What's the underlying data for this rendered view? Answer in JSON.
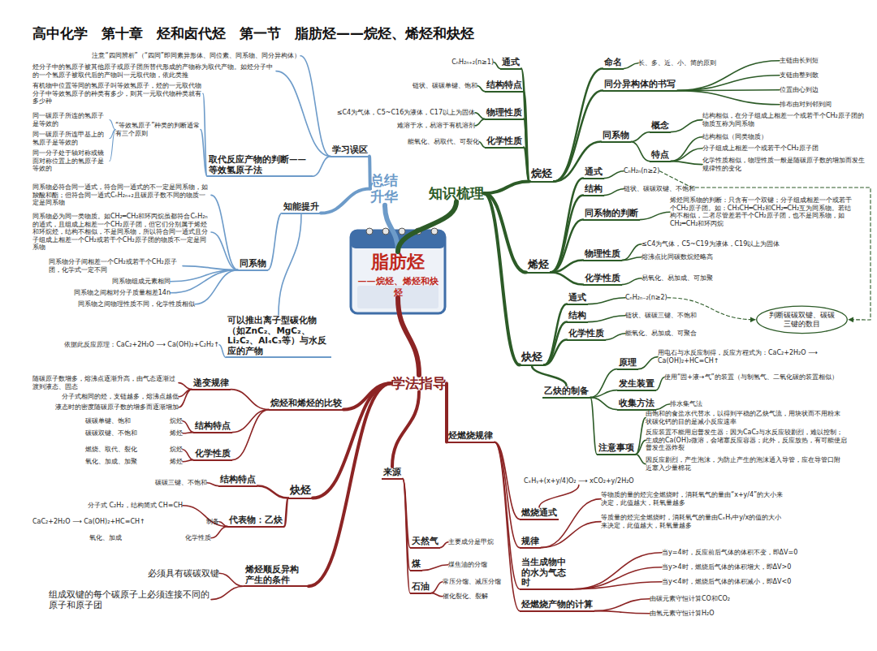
{
  "diagram": {
    "title": "高中化学　第十章　烃和卤代烃　第一节　脂肪烃——烷烃、烯烃和炔烃",
    "nodes": [
      {
        "text": [
          "脂肪烃",
          "——烷烃、烯烃和炔烃"
        ]
      },
      {
        "text": [
          "总结升华"
        ]
      },
      {
        "text": [
          "知识梳理"
        ]
      },
      {
        "text": [
          "学法指导"
        ]
      },
      {
        "text": [
          "烷烃"
        ]
      },
      {
        "text": [
          "通式"
        ]
      },
      {
        "text": [
          "CₙH₂ₙ₊₂(n≥1)"
        ]
      },
      {
        "text": [
          "结构特点"
        ]
      },
      {
        "text": [
          "链状、碳碳单键、饱和"
        ]
      },
      {
        "text": [
          "物理性质"
        ]
      },
      {
        "text": [
          "≤C4为气体，C5~C16为液体，C17以上为固体"
        ]
      },
      {
        "text": [
          "难溶于水，易溶于有机溶剂"
        ]
      },
      {
        "text": [
          "化学性质"
        ]
      },
      {
        "text": [
          "能氧化、易取代、可裂化"
        ]
      },
      {
        "text": [
          "命名"
        ]
      },
      {
        "text": [
          "长、多、近、小、简的原则"
        ]
      },
      {
        "text": [
          "同分异构体的书写"
        ]
      },
      {
        "text": [
          "主链由长到短"
        ]
      },
      {
        "text": [
          "支链由整到散"
        ]
      },
      {
        "text": [
          "位置由心到边"
        ]
      },
      {
        "text": [
          "排布由对到邻到间"
        ]
      },
      {
        "text": [
          "同系物"
        ]
      },
      {
        "text": [
          "概念"
        ]
      },
      {
        "text": [
          "结构相似，在分子组成上相差一个或若干个CH₂原子团的物质互称为同系物"
        ]
      },
      {
        "text": [
          "特点"
        ]
      },
      {
        "text": [
          "结构相似（同类物质）"
        ]
      },
      {
        "text": [
          "分子组成上相差一个或若干个CH₂原子团"
        ]
      },
      {
        "text": [
          "化学性质相似，物理性质一般是随碳原子数的增加而发生规律性的变化"
        ]
      },
      {
        "text": [
          "烯烃"
        ]
      },
      {
        "text": [
          "通式"
        ]
      },
      {
        "text": [
          "CₙH₂ₙ(n≥2)"
        ]
      },
      {
        "text": [
          "结构"
        ]
      },
      {
        "text": [
          "链状、碳碳双键、不饱和"
        ]
      },
      {
        "text": [
          "同系物的判断"
        ]
      },
      {
        "text": [
          "烯烃同系物的判断：只含有一个双键；分子组成相差一个或若干个CH₂原子团。如：CH₃CH═CH₂和CH₂═CH₂互为同系物。若结构不相似，二者尽管差若干个CH₂原子团，也不是同系物，如CH₂═CH₂和环丙烷"
        ]
      },
      {
        "text": [
          "物理性质"
        ]
      },
      {
        "text": [
          "≤C4为气体，C5~C19为液体，C19以上为固体"
        ]
      },
      {
        "text": [
          "熔沸点比同碳数烷烃略高"
        ]
      },
      {
        "text": [
          "化学性质"
        ]
      },
      {
        "text": [
          "易氧化、易加成、可加聚"
        ]
      },
      {
        "text": [
          "炔烃"
        ]
      },
      {
        "text": [
          "通式"
        ]
      },
      {
        "text": [
          "CₙH₂ₙ₋₂(n≥2)"
        ]
      },
      {
        "text": [
          "结构"
        ]
      },
      {
        "text": [
          "链状、碳碳三键、不饱和"
        ]
      },
      {
        "text": [
          "化学性质"
        ]
      },
      {
        "text": [
          "能氧化、易加成、可聚合"
        ]
      },
      {
        "text": [
          "判断碳碳双键、碳碳三键的数目"
        ]
      },
      {
        "text": [
          "乙炔的制备"
        ]
      },
      {
        "text": [
          "原理"
        ]
      },
      {
        "text": [
          "用电石与水反应制得，反应方程式为：CaC₂+2H₂O ⟶ Ca(OH)₂+HC≡CH↑"
        ]
      },
      {
        "text": [
          "发生装置"
        ]
      },
      {
        "text": [
          "使用“固+液→气”的装置（与制氢气、二氧化碳的装置相似）"
        ]
      },
      {
        "text": [
          "收集方法"
        ]
      },
      {
        "text": [
          "排水集气法"
        ]
      },
      {
        "text": [
          "注意事项"
        ]
      },
      {
        "text": [
          "由饱和的食盐水代替水，以得到平稳的乙炔气流，用块状而不用粉末状碳化钙的目的是减小反应速率"
        ]
      },
      {
        "text": [
          "反应装置不能用启普发生器：因为CaC₂与水反应较剧烈，难以控制；生成的Ca(OH)₂微溶，会堵塞反应容器；此外，反应放热，有可能使启普发生器炸裂"
        ]
      },
      {
        "text": [
          "因反应剧烈，产生泡沫，为防止产生的泡沫通入导管，应在导管口附近塞入少量棉花"
        ]
      },
      {
        "text": [
          "烃燃烧规律"
        ]
      },
      {
        "text": [
          "燃烧通式"
        ]
      },
      {
        "text": [
          "CₓHᵧ+(x+y/4)O₂ ⟶ xCO₂+y/2H₂O"
        ]
      },
      {
        "text": [
          "规律"
        ]
      },
      {
        "text": [
          "等物质的量的烃完全燃烧时，消耗氧气的量由“x+y/4”的大小来决定，此值越大，耗氧量越多"
        ]
      },
      {
        "text": [
          "等质量的烃完全燃烧时，消耗氧气的量由CₓHᵧ中y/x的值的大小来决定，此值越大，耗氧量越多"
        ]
      },
      {
        "text": [
          "当生成物中的水为气态时"
        ]
      },
      {
        "text": [
          "当y=4时，反应前后气体的体积不变，即ΔV=0"
        ]
      },
      {
        "text": [
          "当y>4时，燃烧后气体的体积增大，即ΔV>0"
        ]
      },
      {
        "text": [
          "当y<4时，燃烧后气体的体积减小，即ΔV<0"
        ]
      },
      {
        "text": [
          "烃燃烧产物的计算"
        ]
      },
      {
        "text": [
          "由碳元素守恒计算CO和CO₂"
        ]
      },
      {
        "text": [
          "由氢元素守恒计算H₂O"
        ]
      },
      {
        "text": [
          "来源"
        ]
      },
      {
        "text": [
          "天然气"
        ]
      },
      {
        "text": [
          "主要成分是甲烷"
        ]
      },
      {
        "text": [
          "煤"
        ]
      },
      {
        "text": [
          "煤焦油的分馏"
        ]
      },
      {
        "text": [
          "石油"
        ]
      },
      {
        "text": [
          "常压分馏、减压分馏"
        ]
      },
      {
        "text": [
          "催化裂化、裂解"
        ]
      },
      {
        "text": [
          "烷烃和烯烃的比较"
        ]
      },
      {
        "text": [
          "递变规律"
        ]
      },
      {
        "text": [
          "随碳原子数增多，熔沸点逐渐升高，由气态逐渐过渡到液态、固态"
        ]
      },
      {
        "text": [
          "分子式相同的烃，支链越多，熔沸点越低"
        ]
      },
      {
        "text": [
          "液态时的密度随碳原子数的增多而逐渐增加"
        ]
      },
      {
        "text": [
          "结构特点"
        ]
      },
      {
        "text": [
          "碳碳单键、饱和",
          "烷烃"
        ]
      },
      {
        "text": [
          "碳碳双键、不饱和",
          "烯烃"
        ]
      },
      {
        "text": [
          "化学性质"
        ]
      },
      {
        "text": [
          "燃烧、取代、裂化",
          "烷烃"
        ]
      },
      {
        "text": [
          "氧化、加成、加聚",
          "烯烃"
        ]
      },
      {
        "text": [
          "炔烃"
        ]
      },
      {
        "text": [
          "结构特点"
        ]
      },
      {
        "text": [
          "碳碳三键、不饱和"
        ]
      },
      {
        "text": [
          "代表物：乙炔"
        ]
      },
      {
        "text": [
          "分子式 C₂H₂，结构简式 CH≡CH"
        ]
      },
      {
        "text": [
          "CaC₂+2H₂O ⟶ Ca(OH)₂+HC≡CH↑",
          "制备"
        ]
      },
      {
        "text": [
          "氧化、加成",
          "化学性质"
        ]
      },
      {
        "text": [
          "烯烃顺反异构产生的条件"
        ]
      },
      {
        "text": [
          "必须具有碳碳双键"
        ]
      },
      {
        "text": [
          "组成双键的每个碳原子上必须连接不同的原子和原子团"
        ]
      },
      {
        "text": [
          "学习误区"
        ]
      },
      {
        "text": [
          "注意“四同辨析”（“四同”即同素异形体、同位素、同系物、同分异构体）"
        ]
      },
      {
        "text": [
          "烃分子中的氢原子被其他原子或原子团所替代形成的产物称为取代产物。如烃分子中的一个氢原子被取代后的产物叫一元取代物，依此类推"
        ]
      },
      {
        "text": [
          "取代反应产物的判断——等效氢原子法"
        ]
      },
      {
        "text": [
          "有机物中位置等同的氢原子叫等效氢原子，烃的一元取代物分子中等效氢原子的种类有多少，则其一元取代物种类就有多少种"
        ]
      },
      {
        "text": [
          "“等效氢原子”种类的判断通常有三个原则"
        ]
      },
      {
        "text": [
          "同一碳原子所连的氢原子是等效的"
        ]
      },
      {
        "text": [
          "同一碳原子所连甲基上的氢原子是等效的"
        ]
      },
      {
        "text": [
          "同一分子处于轴对称或镜面对称位置上的氢原子是等效的"
        ]
      },
      {
        "text": [
          "知能提升"
        ]
      },
      {
        "text": [
          "同系物"
        ]
      },
      {
        "text": [
          "同系物必符合同一通式，符合同一通式的不一定是同系物，如羧酸和酯；但符合同一通式CₙH₂ₙ₊₂且碳原子数不同的物质一定是同系物"
        ]
      },
      {
        "text": [
          "同系物必为同一类物质。如CH₂═CH₂和环丙烷虽都符合CₙH₂ₙ的通式，且组成上相差一个CH₂原子团，但它们分别属于烯烃和环烷烃，结构不相似，不是同系物，所以符合同一通式且分子组成上相差一个CH₂或若干个CH₂原子团的物质不一定是同系物"
        ]
      },
      {
        "text": [
          "同系物分子间相差一个CH₂或若干个CH₂原子团，化学式一定不同"
        ]
      },
      {
        "text": [
          "同系物组成元素相同"
        ]
      },
      {
        "text": [
          "同系物之间相对分子质量相差14n"
        ]
      },
      {
        "text": [
          "同系物之间物理性质不同，化学性质相似"
        ]
      },
      {
        "text": [
          "可以推出离子型碳化物（如ZnC₂、MgC₂、Li₂C₂、Al₄C₃等）与水反应的产物"
        ]
      },
      {
        "text": [
          "依据此反应原理：CaC₂+2H₂O ⟶ Ca(OH)₂+C₂H₂↑"
        ]
      }
    ],
    "edges": [
      {
        "from": 0,
        "to": 1,
        "arrow": "none"
      },
      {
        "from": 0,
        "to": 2,
        "arrow": "none"
      },
      {
        "from": 0,
        "to": 3,
        "arrow": "none"
      },
      {
        "from": 2,
        "to": 4,
        "arrow": "none"
      },
      {
        "from": 2,
        "to": 28,
        "arrow": "none"
      },
      {
        "from": 2,
        "to": 40,
        "arrow": "none"
      },
      {
        "from": 4,
        "to": 5,
        "arrow": "none"
      },
      {
        "from": 5,
        "to": 6,
        "arrow": "none"
      },
      {
        "from": 4,
        "to": 7,
        "arrow": "none"
      },
      {
        "from": 7,
        "to": 8,
        "arrow": "none"
      },
      {
        "from": 4,
        "to": 9,
        "arrow": "none"
      },
      {
        "from": 9,
        "to": 10,
        "arrow": "none"
      },
      {
        "from": 9,
        "to": 11,
        "arrow": "none"
      },
      {
        "from": 4,
        "to": 12,
        "arrow": "none"
      },
      {
        "from": 12,
        "to": 13,
        "arrow": "none"
      },
      {
        "from": 4,
        "to": 14,
        "arrow": "none"
      },
      {
        "from": 14,
        "to": 15,
        "arrow": "none"
      },
      {
        "from": 4,
        "to": 16,
        "arrow": "none"
      },
      {
        "from": 16,
        "to": 17,
        "arrow": "none"
      },
      {
        "from": 16,
        "to": 18,
        "arrow": "none"
      },
      {
        "from": 16,
        "to": 19,
        "arrow": "none"
      },
      {
        "from": 16,
        "to": 20,
        "arrow": "none"
      },
      {
        "from": 4,
        "to": 21,
        "arrow": "none"
      },
      {
        "from": 21,
        "to": 22,
        "arrow": "none"
      },
      {
        "from": 22,
        "to": 23,
        "arrow": "none"
      },
      {
        "from": 21,
        "to": 24,
        "arrow": "none"
      },
      {
        "from": 24,
        "to": 25,
        "arrow": "none"
      },
      {
        "from": 24,
        "to": 26,
        "arrow": "none"
      },
      {
        "from": 24,
        "to": 27,
        "arrow": "none"
      },
      {
        "from": 28,
        "to": 29,
        "arrow": "none"
      },
      {
        "from": 29,
        "to": 30,
        "arrow": "none"
      },
      {
        "from": 28,
        "to": 31,
        "arrow": "none"
      },
      {
        "from": 31,
        "to": 32,
        "arrow": "none"
      },
      {
        "from": 28,
        "to": 33,
        "arrow": "none"
      },
      {
        "from": 33,
        "to": 34,
        "arrow": "none"
      },
      {
        "from": 28,
        "to": 35,
        "arrow": "none"
      },
      {
        "from": 35,
        "to": 36,
        "arrow": "none"
      },
      {
        "from": 35,
        "to": 37,
        "arrow": "none"
      },
      {
        "from": 28,
        "to": 38,
        "arrow": "none"
      },
      {
        "from": 38,
        "to": 39,
        "arrow": "none"
      },
      {
        "from": 40,
        "to": 41,
        "arrow": "none"
      },
      {
        "from": 41,
        "to": 42,
        "arrow": "none"
      },
      {
        "from": 40,
        "to": 43,
        "arrow": "none"
      },
      {
        "from": 43,
        "to": 44,
        "arrow": "none"
      },
      {
        "from": 40,
        "to": 45,
        "arrow": "none"
      },
      {
        "from": 45,
        "to": 46,
        "arrow": "none"
      },
      {
        "from": 30,
        "to": 47,
        "arrow": "to"
      },
      {
        "from": 42,
        "to": 47,
        "arrow": "to"
      },
      {
        "from": 40,
        "to": 48,
        "arrow": "none"
      },
      {
        "from": 48,
        "to": 49,
        "arrow": "none"
      },
      {
        "from": 49,
        "to": 50,
        "arrow": "none"
      },
      {
        "from": 48,
        "to": 51,
        "arrow": "none"
      },
      {
        "from": 51,
        "to": 52,
        "arrow": "none"
      },
      {
        "from": 48,
        "to": 53,
        "arrow": "none"
      },
      {
        "from": 53,
        "to": 54,
        "arrow": "none"
      },
      {
        "from": 48,
        "to": 55,
        "arrow": "none"
      },
      {
        "from": 55,
        "to": 56,
        "arrow": "none"
      },
      {
        "from": 55,
        "to": 57,
        "arrow": "none"
      },
      {
        "from": 55,
        "to": 58,
        "arrow": "none"
      },
      {
        "from": 3,
        "to": 59,
        "arrow": "none"
      },
      {
        "from": 59,
        "to": 60,
        "arrow": "none"
      },
      {
        "from": 60,
        "to": 61,
        "arrow": "none"
      },
      {
        "from": 59,
        "to": 62,
        "arrow": "none"
      },
      {
        "from": 62,
        "to": 63,
        "arrow": "none"
      },
      {
        "from": 62,
        "to": 64,
        "arrow": "none"
      },
      {
        "from": 59,
        "to": 65,
        "arrow": "none"
      },
      {
        "from": 65,
        "to": 66,
        "arrow": "none"
      },
      {
        "from": 65,
        "to": 67,
        "arrow": "none"
      },
      {
        "from": 65,
        "to": 68,
        "arrow": "none"
      },
      {
        "from": 59,
        "to": 69,
        "arrow": "none"
      },
      {
        "from": 69,
        "to": 70,
        "arrow": "none"
      },
      {
        "from": 69,
        "to": 71,
        "arrow": "none"
      },
      {
        "from": 3,
        "to": 72,
        "arrow": "none"
      },
      {
        "from": 72,
        "to": 73,
        "arrow": "none"
      },
      {
        "from": 73,
        "to": 74,
        "arrow": "none"
      },
      {
        "from": 72,
        "to": 75,
        "arrow": "none"
      },
      {
        "from": 75,
        "to": 76,
        "arrow": "none"
      },
      {
        "from": 72,
        "to": 77,
        "arrow": "none"
      },
      {
        "from": 77,
        "to": 78,
        "arrow": "none"
      },
      {
        "from": 77,
        "to": 79,
        "arrow": "none"
      },
      {
        "from": 3,
        "to": 80,
        "arrow": "none"
      },
      {
        "from": 80,
        "to": 81,
        "arrow": "none"
      },
      {
        "from": 81,
        "to": 82,
        "arrow": "none"
      },
      {
        "from": 81,
        "to": 83,
        "arrow": "none"
      },
      {
        "from": 81,
        "to": 84,
        "arrow": "none"
      },
      {
        "from": 80,
        "to": 85,
        "arrow": "none"
      },
      {
        "from": 85,
        "to": 86,
        "arrow": "none"
      },
      {
        "from": 85,
        "to": 87,
        "arrow": "none"
      },
      {
        "from": 80,
        "to": 88,
        "arrow": "none"
      },
      {
        "from": 88,
        "to": 89,
        "arrow": "none"
      },
      {
        "from": 88,
        "to": 90,
        "arrow": "none"
      },
      {
        "from": 3,
        "to": 91,
        "arrow": "none"
      },
      {
        "from": 91,
        "to": 92,
        "arrow": "none"
      },
      {
        "from": 92,
        "to": 93,
        "arrow": "none"
      },
      {
        "from": 91,
        "to": 94,
        "arrow": "none"
      },
      {
        "from": 94,
        "to": 95,
        "arrow": "none"
      },
      {
        "from": 94,
        "to": 96,
        "arrow": "none"
      },
      {
        "from": 94,
        "to": 97,
        "arrow": "none"
      },
      {
        "from": 3,
        "to": 98,
        "arrow": "none"
      },
      {
        "from": 98,
        "to": 99,
        "arrow": "none"
      },
      {
        "from": 98,
        "to": 100,
        "arrow": "none"
      },
      {
        "from": 1,
        "to": 101,
        "arrow": "none"
      },
      {
        "from": 101,
        "to": 102,
        "arrow": "none"
      },
      {
        "from": 101,
        "to": 103,
        "arrow": "none"
      },
      {
        "from": 101,
        "to": 104,
        "arrow": "none"
      },
      {
        "from": 104,
        "to": 105,
        "arrow": "none"
      },
      {
        "from": 104,
        "to": 106,
        "arrow": "none"
      },
      {
        "from": 106,
        "to": 107,
        "arrow": "none"
      },
      {
        "from": 106,
        "to": 108,
        "arrow": "none"
      },
      {
        "from": 106,
        "to": 109,
        "arrow": "none"
      },
      {
        "from": 1,
        "to": 110,
        "arrow": "none"
      },
      {
        "from": 110,
        "to": 111,
        "arrow": "none"
      },
      {
        "from": 111,
        "to": 112,
        "arrow": "none"
      },
      {
        "from": 111,
        "to": 113,
        "arrow": "none"
      },
      {
        "from": 111,
        "to": 114,
        "arrow": "none"
      },
      {
        "from": 111,
        "to": 115,
        "arrow": "none"
      },
      {
        "from": 111,
        "to": 116,
        "arrow": "none"
      },
      {
        "from": 111,
        "to": 117,
        "arrow": "none"
      },
      {
        "from": 110,
        "to": 118,
        "arrow": "none"
      },
      {
        "from": 118,
        "to": 119,
        "arrow": "none"
      }
    ]
  }
}
